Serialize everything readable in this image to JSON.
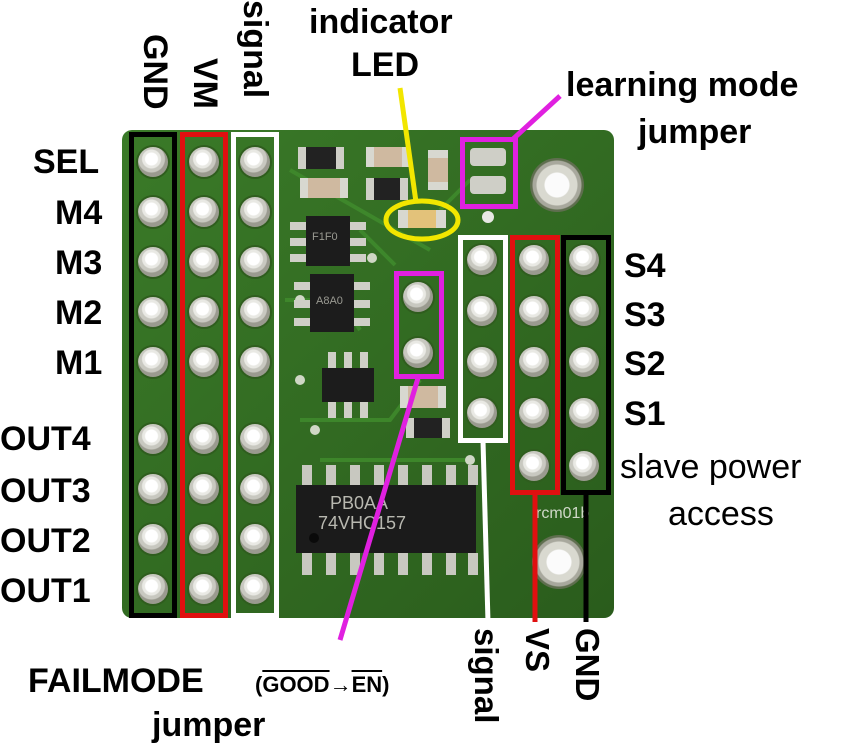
{
  "labels": {
    "gnd_left": "GND",
    "vm": "VM",
    "signal_left": "signal",
    "indicator_line1": "indicator",
    "indicator_line2": "LED",
    "learning_line1": "learning mode",
    "learning_line2": "jumper",
    "sel": "SEL",
    "m4": "M4",
    "m3": "M3",
    "m2": "M2",
    "m1": "M1",
    "out4": "OUT4",
    "out3": "OUT3",
    "out2": "OUT2",
    "out1": "OUT1",
    "s4": "S4",
    "s3": "S3",
    "s2": "S2",
    "s1": "S1",
    "slave_line1": "slave power",
    "slave_line2": "access",
    "failmode_main": "FAILMODE",
    "failmode_paren_open": "(",
    "failmode_good": "GOOD",
    "failmode_arrow": "→",
    "failmode_en": "EN",
    "failmode_paren_close": ")",
    "failmode_line2": "jumper",
    "signal_right": "signal",
    "vs": "VS",
    "gnd_right": "GND"
  },
  "chip_markings": {
    "ic_large_line1": "PB0AA",
    "ic_large_line2": "74VHC157",
    "ic_small_1": "F1F0",
    "ic_small_2": "A8A0",
    "board_text": "rcm01b"
  },
  "colors": {
    "board": "#2f6a20",
    "gnd_box": "#000000",
    "vm_box": "#e01010",
    "signal_box": "#ffffff",
    "learning_box": "#e020e0",
    "indicator_ring": "#f2e600",
    "failmode_line": "#e020e0"
  }
}
